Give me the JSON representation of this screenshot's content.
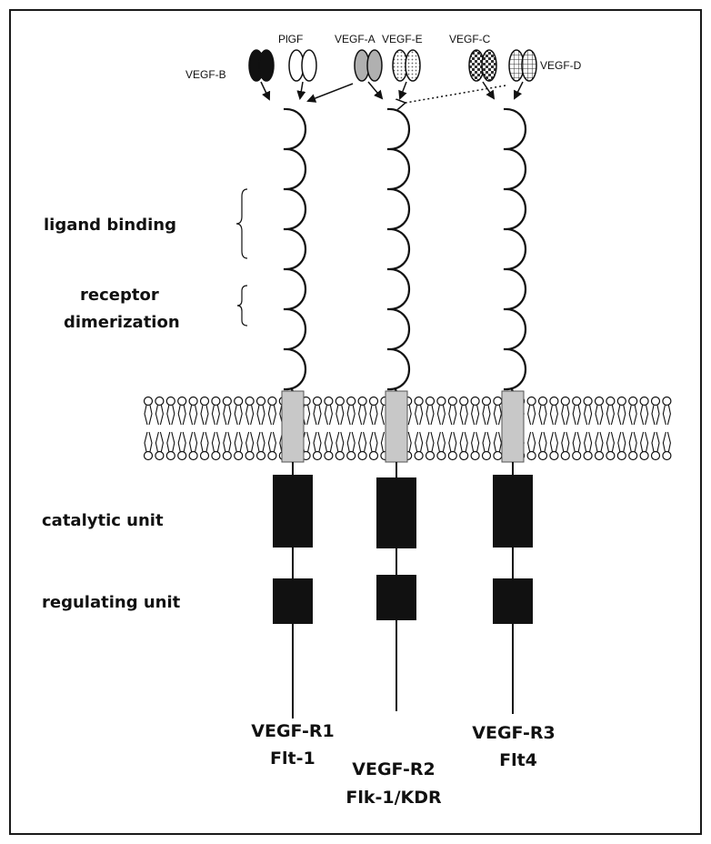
{
  "ligands": {
    "vegf_b": "VEGF-B",
    "plgf": "PlGF",
    "vegf_a": "VEGF-A",
    "vegf_e": "VEGF-E",
    "vegf_c": "VEGF-C",
    "vegf_d": "VEGF-D"
  },
  "domains": {
    "ligand_binding": "ligand binding",
    "receptor_line1": "receptor",
    "receptor_line2": "dimerization",
    "catalytic": "catalytic unit",
    "regulating": "regulating unit"
  },
  "receptors": [
    {
      "name": "VEGF-R1",
      "alias": "Flt-1"
    },
    {
      "name": "VEGF-R2",
      "alias": "Flk-1/KDR"
    },
    {
      "name": "VEGF-R3",
      "alias": "Flt4"
    }
  ],
  "colors": {
    "line": "#111111",
    "tm_segment": "#c8c8c8",
    "vegf_a_fill": "#b0b0b0",
    "kinase": "#111111"
  }
}
